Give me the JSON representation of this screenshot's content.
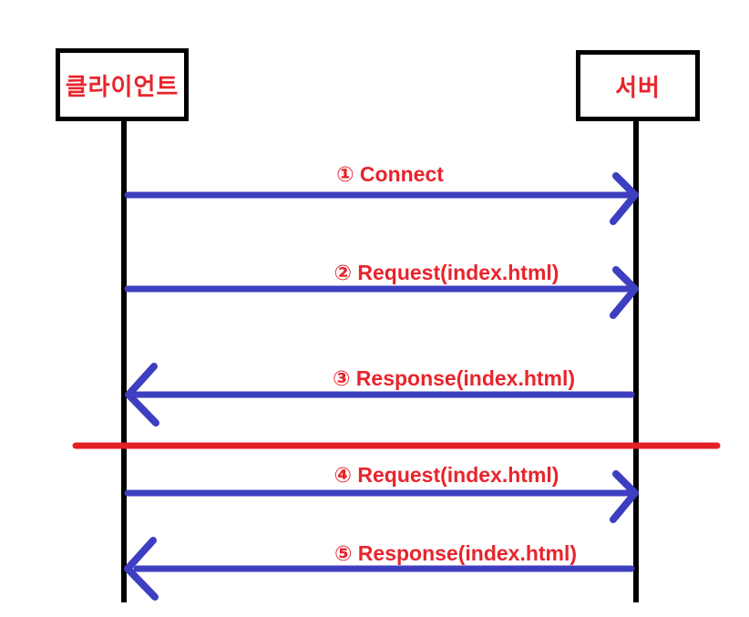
{
  "colors": {
    "arrow": "#3d3ec0",
    "label": "#e8242c",
    "divider": "#e32127",
    "lifeline": "#000000",
    "background": "#ffffff"
  },
  "actors": [
    {
      "id": "client",
      "label": "클라이언트"
    },
    {
      "id": "server",
      "label": "서버"
    }
  ],
  "messages": [
    {
      "step": "1",
      "label": "① Connect",
      "from": "client",
      "to": "server",
      "direction": "right"
    },
    {
      "step": "2",
      "label": "② Request(index.html)",
      "from": "client",
      "to": "server",
      "direction": "right"
    },
    {
      "step": "3",
      "label": "③ Response(index.html)",
      "from": "server",
      "to": "client",
      "direction": "left"
    },
    {
      "step": "4",
      "label": "④ Request(index.html)",
      "from": "client",
      "to": "server",
      "direction": "right"
    },
    {
      "step": "5",
      "label": "⑤ Response(index.html)",
      "from": "server",
      "to": "client",
      "direction": "left"
    }
  ],
  "divider": {
    "description": "red horizontal separator line between first response and second request"
  }
}
